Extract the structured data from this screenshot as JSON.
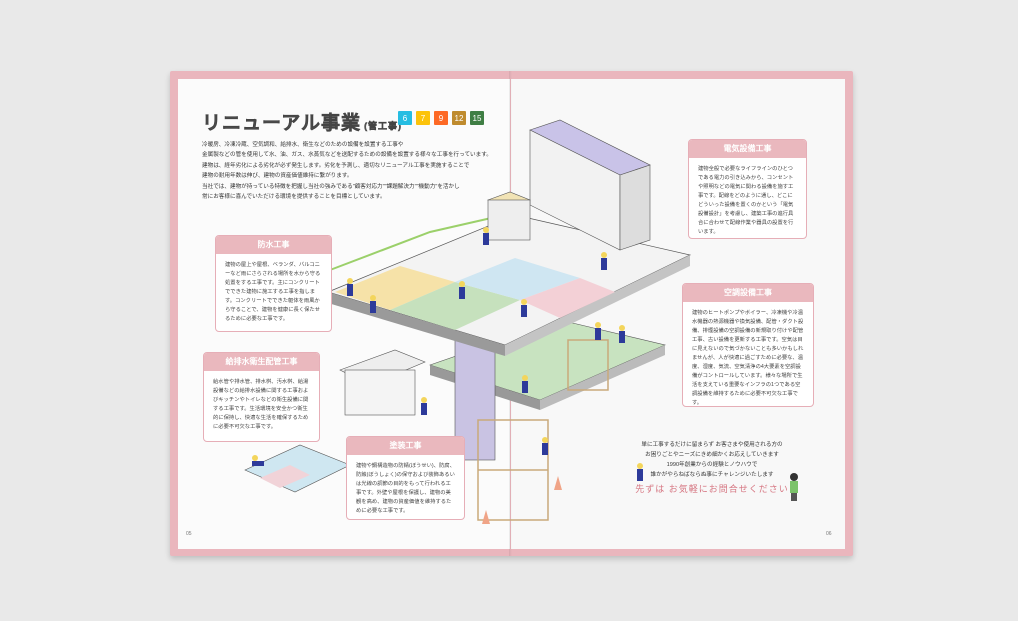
{
  "header": {
    "title": "リニューアル事業",
    "subtitle": "(管工事)"
  },
  "sdgs": [
    {
      "number": "6",
      "color": "#26bde2",
      "icon": "water-drop-icon"
    },
    {
      "number": "7",
      "color": "#fcc30b",
      "icon": "sun-icon"
    },
    {
      "number": "9",
      "color": "#fd6925",
      "icon": "industry-icon"
    },
    {
      "number": "12",
      "color": "#bf8b2e",
      "icon": "infinity-icon"
    },
    {
      "number": "15",
      "color": "#3f7e44",
      "icon": "eye-icon"
    }
  ],
  "intro": [
    "冷暖房、冷凍冷蔵、空気調和、給排水、衛生などのための設備を設置する工事や",
    "金属製などの管を使用して水、油、ガス、水蒸気などを送配するための設備を設置する様々な工事を行っています。",
    "建物は、経年劣化による劣化が必ず発生します。劣化を予測し、適切なリニューアル工事を実施することで",
    "建物の耐用年数は伸び、建物の資産価値維持に繋がります。",
    "当社では、建物が持っている特徴を把握し当社の強みである\"顧客対応力\"\"課題解決力\"\"機動力\"を活かし",
    "常にお客様に喜んでいただける環境を提供することを目標としています。"
  ],
  "cards": {
    "waterproof": {
      "title": "防水工事",
      "body": "建物の屋上や屋根、ベランダ、バルコニーなど雨にさらされる場所を水から守る処置をする工事です。主にコンクリートでできた建物に施工する工事を指します。コンクリートでできた躯体を雨風から守ることで、建物を健康に長く保たせるために必要な工事です。"
    },
    "plumbing": {
      "title": "給排水衛生配管工事",
      "body": "給水管や排水管、排水桝、汚水桝、給湯設備などの給排水設備に関する工事およびキッチンやトイレなどの衛生設備に関する工事です。生活環境を安全かつ衛生的に保持し、快適な生活を確保するために必要不可欠な工事です。"
    },
    "painting": {
      "title": "塗装工事",
      "body": "建物や鋼構造物の防錆(ぼうせい)、防腐、防蝕(ぼうしょく)の保守および装飾あるいは光線の調節の目的をもって行われる工事です。外壁や屋根を保護し、建物の美観を高め、建物の資産価値を維持するために必要な工事です。"
    },
    "electrical": {
      "title": "電気設備工事",
      "body": "建物全般で必要なライフラインのひとつである電力の引き込みから、コンセントや照明などの電気に関わる設備を施す工事です。配線をどのように通し、どこにどういった設備を置くのかという「電気設備設計」を考慮し、建築工事の進行具合に合わせて配線作業や器具の設置を行います。"
    },
    "hvac": {
      "title": "空調設備工事",
      "body": "建物のヒートポンプやボイラー、冷凍機や冷温水機器の熱源機器や換気設備、配管・ダクト設備、排煙設備の空調設備の新規取り付けや配管工事、古い設備を更新する工事です。空気は目に見えないので気づかないことも多いかもしれませんが、人が快適に過ごすために必要な、温度、湿度、気流、空気清浄の4大要素を空調設備がコントロールしています。様々な場所で生活を支えている重要なインフラの1つである空調設備を維持するために必要不可欠な工事です。"
    }
  },
  "closing": {
    "lines": [
      "単に工事するだけに留まらず お客さまや使用される方の",
      "お困りごとやニーズにきめ細かくお応えしていきます",
      "1990年創業からの経験とノウハウで",
      "誰かがやらねばならぬ事にチャレンジいたします"
    ],
    "cta": "先ずは お気軽にお問合せください"
  },
  "page_numbers": {
    "left": "05",
    "right": "06"
  },
  "colors": {
    "accent_pink": "#eab8be",
    "cta": "#d67682"
  }
}
